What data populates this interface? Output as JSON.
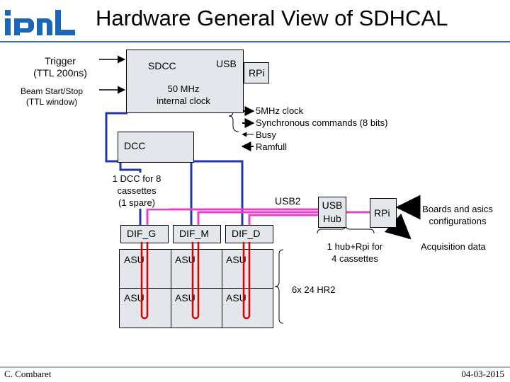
{
  "title": "Hardware General View of SDHCAL",
  "logo_text": "ipnl",
  "inputs": {
    "trigger_line1": "Trigger",
    "trigger_line2": "(TTL  200ns)",
    "beam_line1": "Beam Start/Stop",
    "beam_line2": "(TTL window)"
  },
  "sdcc": {
    "label": "SDCC",
    "clock_line1": "50 MHz",
    "clock_line2": "internal clock",
    "usb_label": "USB",
    "rpi_label": "RPi"
  },
  "signals": [
    "5MHz clock",
    "Synchronous commands (8 bits)",
    "Busy",
    "Ramfull"
  ],
  "dcc": {
    "label": "DCC",
    "note_line1": "1 DCC for 8",
    "note_line2": "cassettes",
    "note_line3": "(1 spare)"
  },
  "difs": [
    "DIF_G",
    "DIF_M",
    "DIF_D"
  ],
  "asu_label": "ASU",
  "asu_note": "6x 24 HR2",
  "hub": {
    "usb2_label": "USB2",
    "hub_line1": "USB",
    "hub_line2": "Hub",
    "rpi_label": "RPi",
    "note_line1": "1 hub+Rpi for",
    "note_line2": "4 cassettes"
  },
  "right_notes": {
    "config_line1": "Boards and asics",
    "config_line2": "configurations",
    "acquisition": "Acquisition data"
  },
  "footer": {
    "author": "C. Combaret",
    "date": "04-03-2015"
  },
  "colors": {
    "blue_line": "#1f3aa8",
    "magenta_line": "#e642c8",
    "red_line": "#e00000",
    "box_fill": "#e3e7ec",
    "box_border": "#000000",
    "header_rule": "#3a6db5",
    "logo": "#1c66b8"
  }
}
